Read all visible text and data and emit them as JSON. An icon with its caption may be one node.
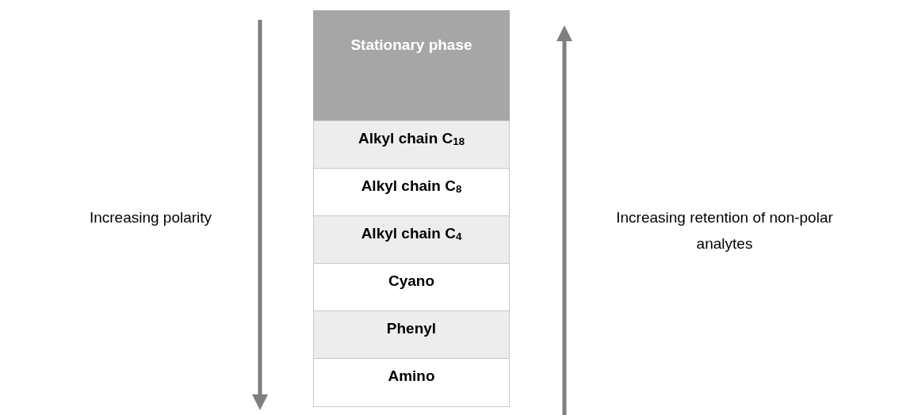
{
  "diagram": {
    "labels": [
      "Increasing polarity",
      "Stationary phase",
      "Alkyl chain C$_{18}$",
      "Alkyl chain C$_{8}$",
      "Alkyl chain C$_{4}$",
      "Cyano",
      "Phenyl",
      "Amino",
      "Increasing retention of non-polar analytes"
    ]
  }
}
